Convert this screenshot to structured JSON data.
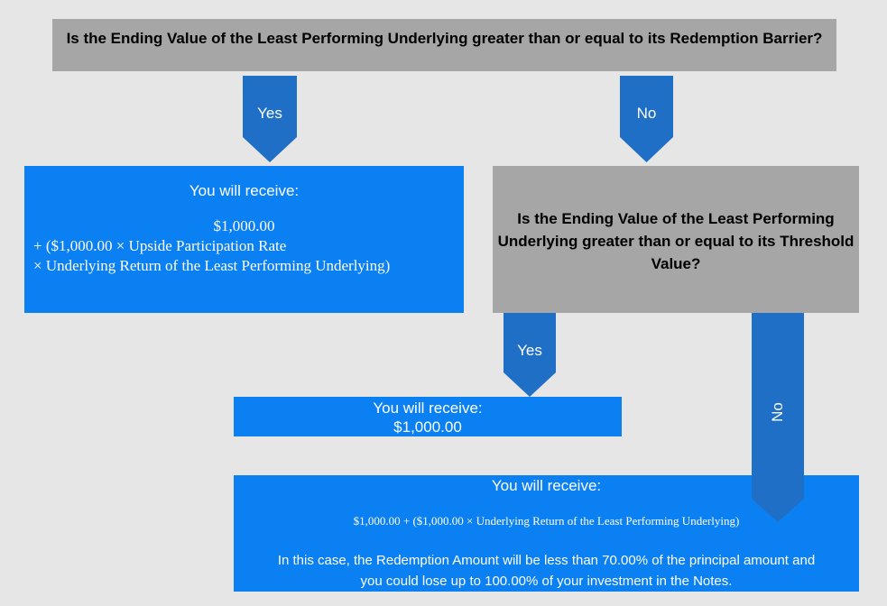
{
  "question_1": "Is the Ending Value of the Least Performing Underlying greater than or equal to its Redemption Barrier?",
  "arrow_yes_1": "Yes",
  "arrow_no_1": "No",
  "result_1": {
    "heading": "You will receive:",
    "line1": "$1,000.00",
    "line2": "+ ($1,000.00 × Upside Participation Rate",
    "line3": "× Underlying Return of the Least Performing Underlying)"
  },
  "question_2": "Is the Ending Value of the Least Performing Underlying greater than or equal to its Threshold Value?",
  "arrow_yes_2": "Yes",
  "arrow_no_2": "No",
  "result_2": {
    "heading": "You will receive:",
    "amount": "$1,000.00"
  },
  "result_3": {
    "heading": "You will receive:",
    "formula": "$1,000.00 + ($1,000.00 × Underlying Return of the Least Performing Underlying)",
    "note_line1": "In this case, the Redemption Amount will be less than 70.00% of the principal amount and",
    "note_line2": "you could lose up to 100.00% of your investment in the Notes."
  },
  "colors": {
    "background": "#e6e6e6",
    "question_box": "#a6a6a6",
    "result_box": "#0a80f2",
    "arrow": "#1f6fc6"
  }
}
